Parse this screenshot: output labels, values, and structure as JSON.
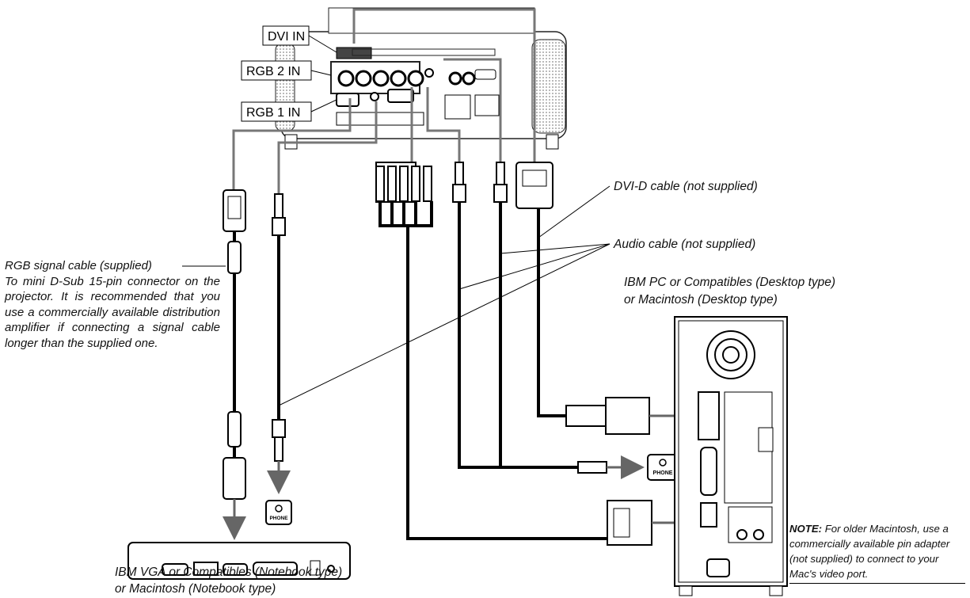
{
  "ports": {
    "dvi_in": "DVI IN",
    "rgb2_in": "RGB 2 IN",
    "rgb1_in": "RGB 1 IN"
  },
  "labels": {
    "dvi_cable": "DVI-D cable (not supplied)",
    "audio_cable": "Audio cable (not supplied)",
    "desktop_line1": "IBM PC or Compatibles (Desktop type)",
    "desktop_line2": "or Macintosh (Desktop type)",
    "notebook_line1": "IBM VGA or Compatibles (Notebook type)",
    "notebook_line2": "or Macintosh (Notebook type)",
    "phone_jack": "PHONE"
  },
  "rgb_cable": {
    "title": "RGB signal cable (supplied)",
    "body": "To mini D-Sub 15-pin connector on the projector. It is recommended that you use a commercially available distribution amplifier if connecting a signal cable longer than the supplied one."
  },
  "note": {
    "label": "NOTE:",
    "text": "For older Macintosh, use a commercially available pin adapter (not supplied) to connect to your Mac's video port."
  }
}
